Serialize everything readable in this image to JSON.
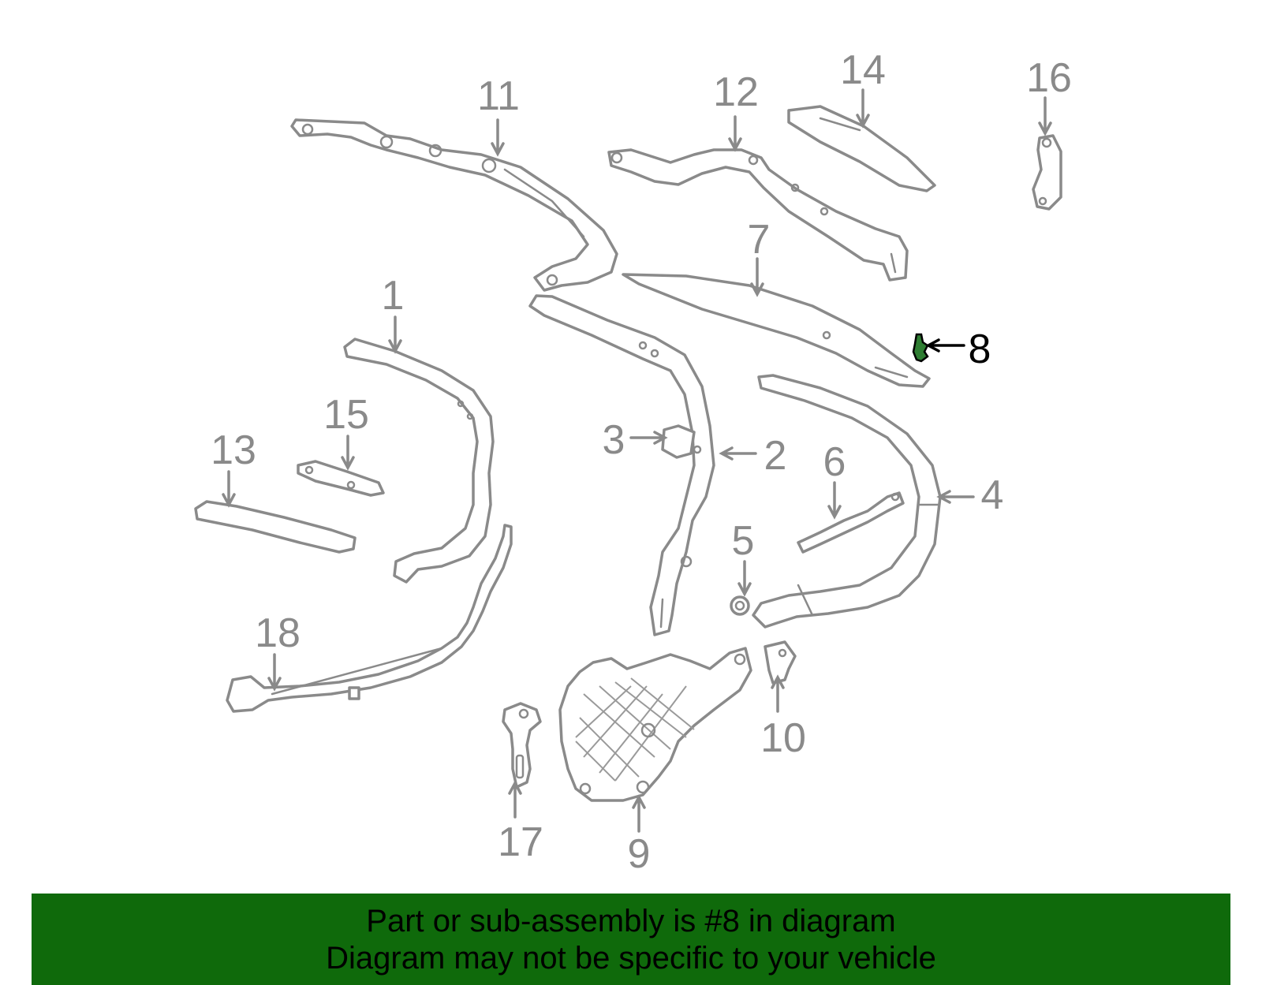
{
  "callouts": [
    {
      "id": "1",
      "label": "1"
    },
    {
      "id": "2",
      "label": "2"
    },
    {
      "id": "3",
      "label": "3"
    },
    {
      "id": "4",
      "label": "4"
    },
    {
      "id": "5",
      "label": "5"
    },
    {
      "id": "6",
      "label": "6"
    },
    {
      "id": "7",
      "label": "7"
    },
    {
      "id": "8",
      "label": "8"
    },
    {
      "id": "9",
      "label": "9"
    },
    {
      "id": "10",
      "label": "10"
    },
    {
      "id": "11",
      "label": "11"
    },
    {
      "id": "12",
      "label": "12"
    },
    {
      "id": "13",
      "label": "13"
    },
    {
      "id": "14",
      "label": "14"
    },
    {
      "id": "15",
      "label": "15"
    },
    {
      "id": "16",
      "label": "16"
    },
    {
      "id": "17",
      "label": "17"
    },
    {
      "id": "18",
      "label": "18"
    }
  ],
  "highlighted_part": "8",
  "colors": {
    "part_outline": "#8a8a8a",
    "highlight_part": "#2e7d32",
    "highlight_label": "#000000",
    "banner_background": "#0f6a0b"
  },
  "banner": {
    "line1": "Part or sub-assembly is #8 in diagram",
    "line2": "Diagram may not be specific to your vehicle"
  }
}
